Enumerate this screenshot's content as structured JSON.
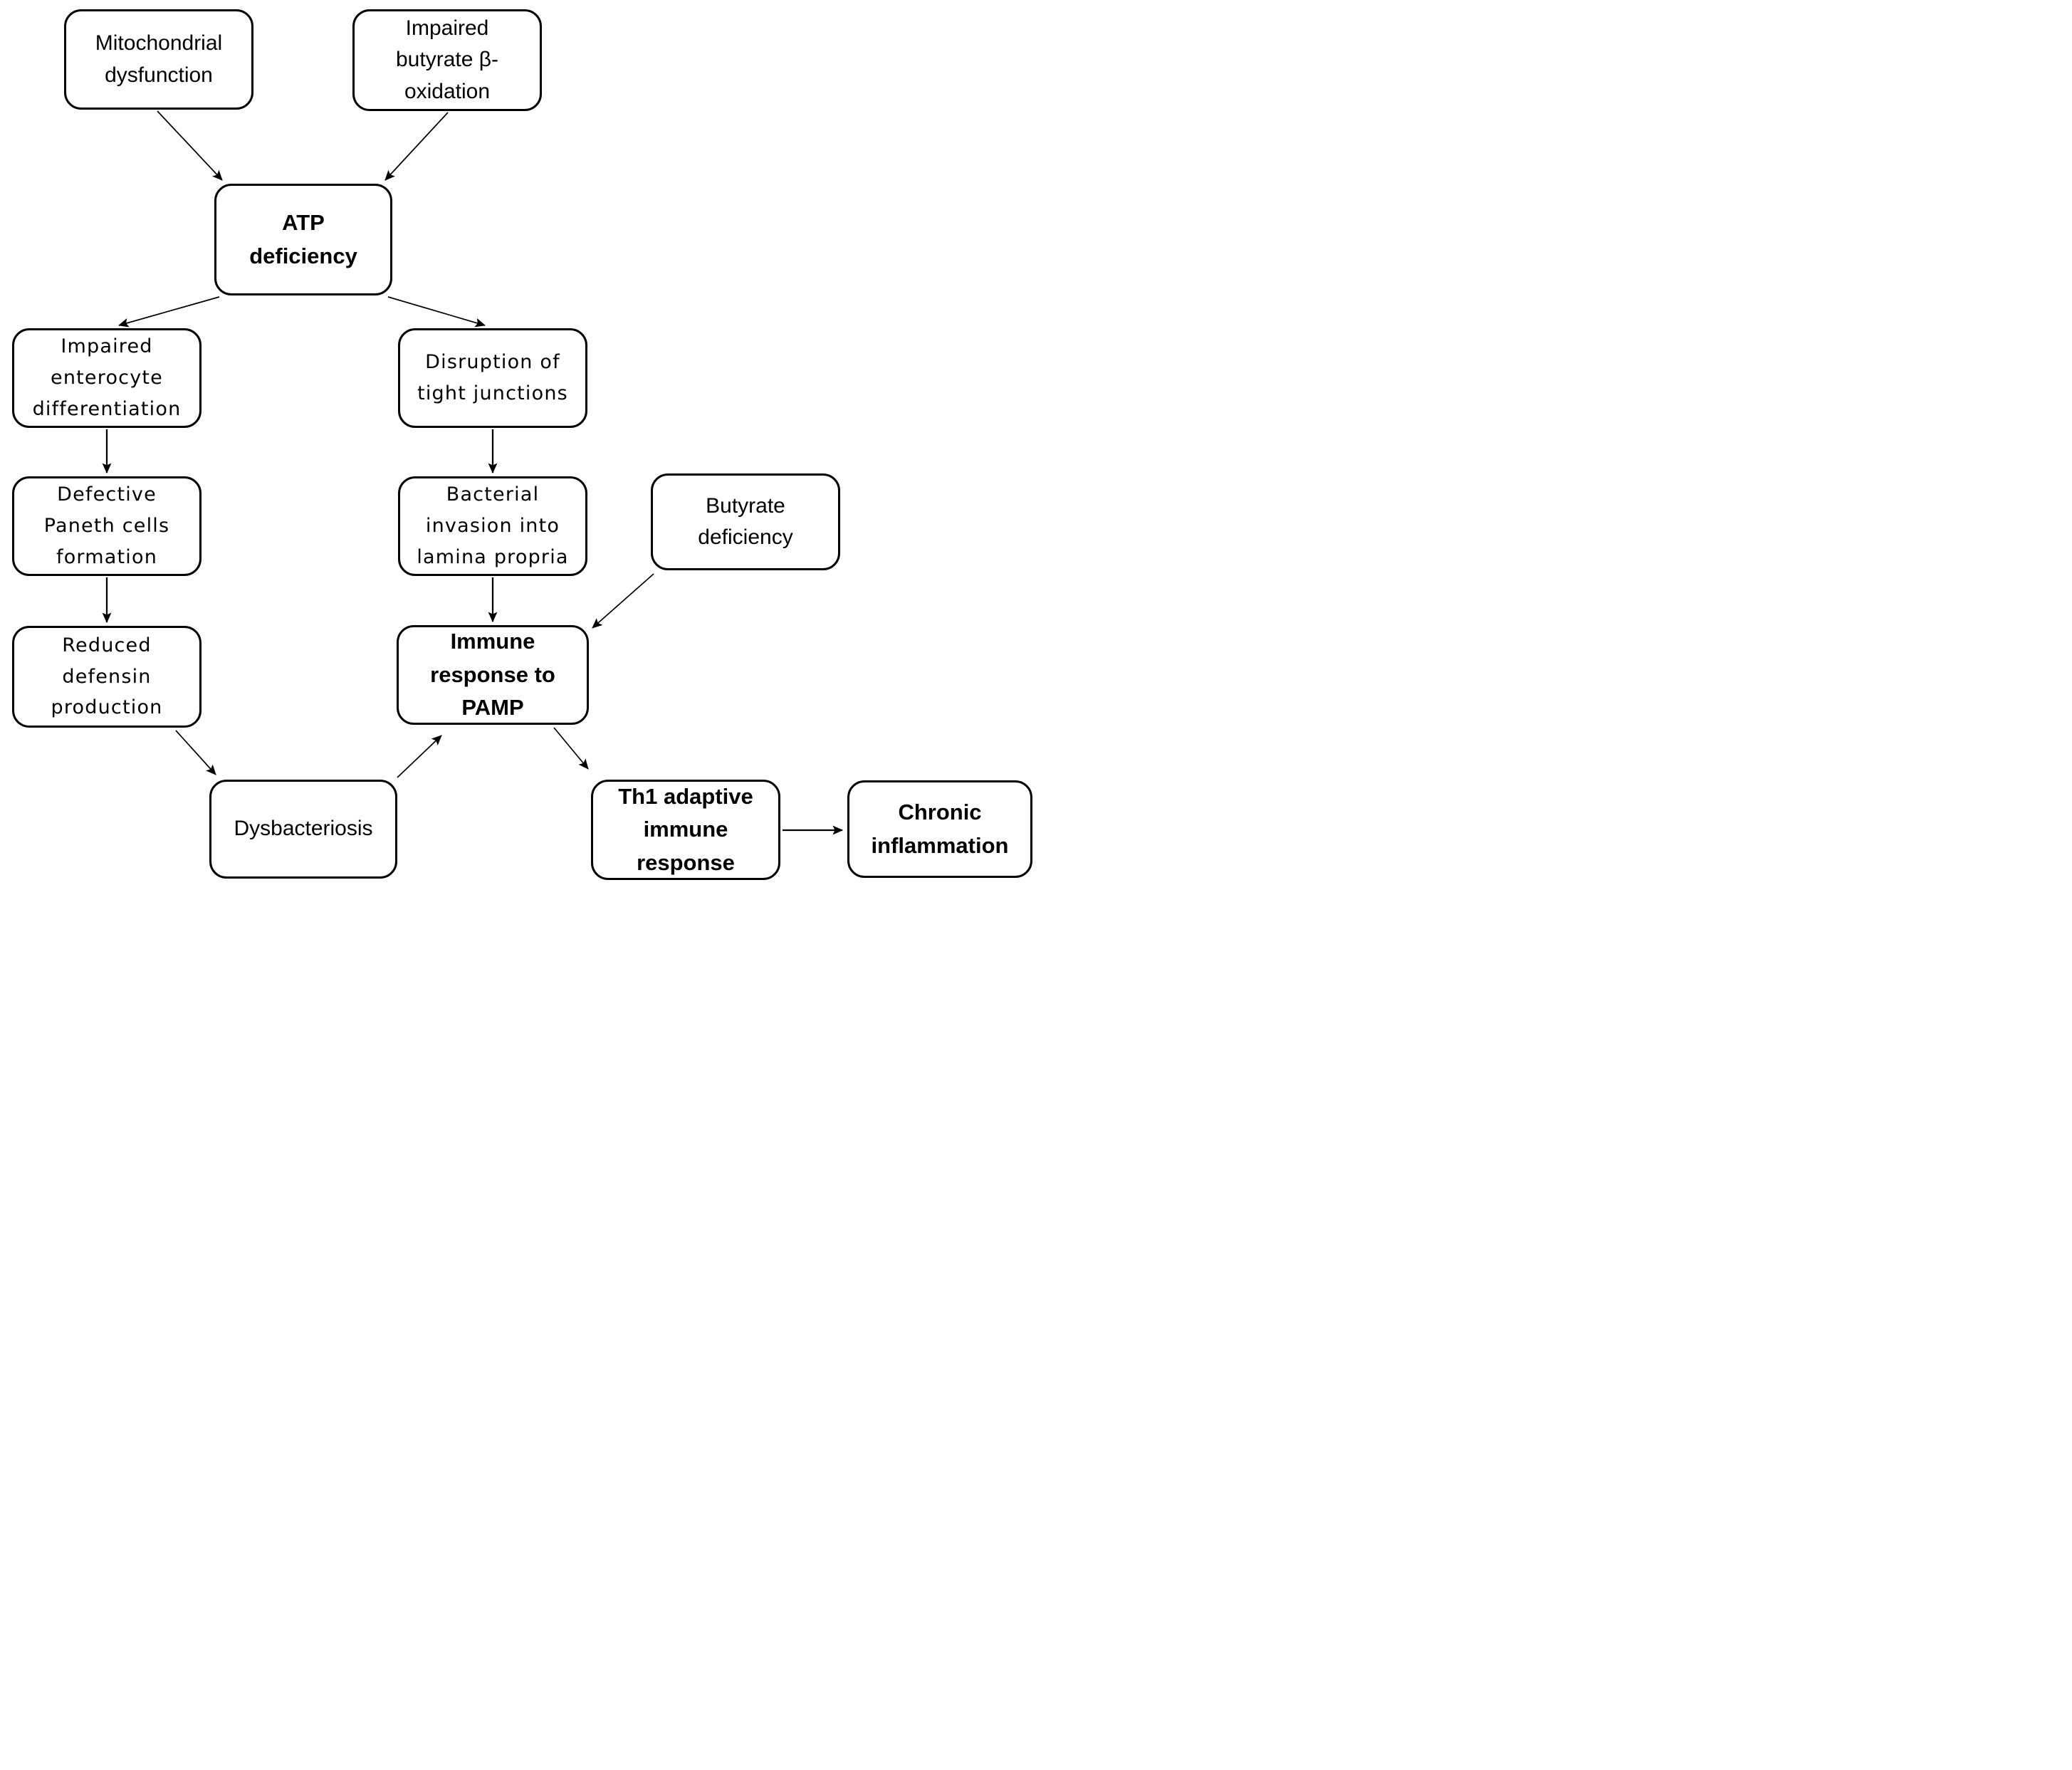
{
  "diagram": {
    "type": "flowchart",
    "colors": {
      "ink": "#000000",
      "background": "#ffffff"
    },
    "nodes": {
      "mito": {
        "label": "Mitochondrial dysfunction",
        "emphasis": false
      },
      "butyrox": {
        "label": "Impaired butyrate β-oxidation",
        "emphasis": false
      },
      "atp": {
        "label": "ATP deficiency",
        "emphasis": true
      },
      "entero": {
        "label": "Impaired enterocyte differentiation",
        "emphasis": false
      },
      "tight": {
        "label": "Disruption of tight junctions",
        "emphasis": false
      },
      "paneth": {
        "label": "Defective Paneth cells formation",
        "emphasis": false
      },
      "bacterial": {
        "label": "Bacterial invasion into lamina propria",
        "emphasis": false
      },
      "butyrdef": {
        "label": "Butyrate deficiency",
        "emphasis": false
      },
      "defensin": {
        "label": "Reduced defensin production",
        "emphasis": false
      },
      "immune": {
        "label": "Immune response to PAMP",
        "emphasis": true
      },
      "dysbact": {
        "label": "Dysbacteriosis",
        "emphasis": false
      },
      "th1": {
        "label": "Th1 adaptive immune response",
        "emphasis": true
      },
      "chronic": {
        "label": "Chronic inflammation",
        "emphasis": true
      }
    },
    "edges": [
      {
        "from": "mito",
        "to": "atp"
      },
      {
        "from": "butyrox",
        "to": "atp"
      },
      {
        "from": "atp",
        "to": "entero"
      },
      {
        "from": "atp",
        "to": "tight"
      },
      {
        "from": "entero",
        "to": "paneth"
      },
      {
        "from": "paneth",
        "to": "defensin"
      },
      {
        "from": "tight",
        "to": "bacterial"
      },
      {
        "from": "bacterial",
        "to": "immune"
      },
      {
        "from": "butyrdef",
        "to": "immune"
      },
      {
        "from": "defensin",
        "to": "dysbact"
      },
      {
        "from": "dysbact",
        "to": "immune"
      },
      {
        "from": "immune",
        "to": "th1"
      },
      {
        "from": "th1",
        "to": "chronic"
      }
    ]
  }
}
